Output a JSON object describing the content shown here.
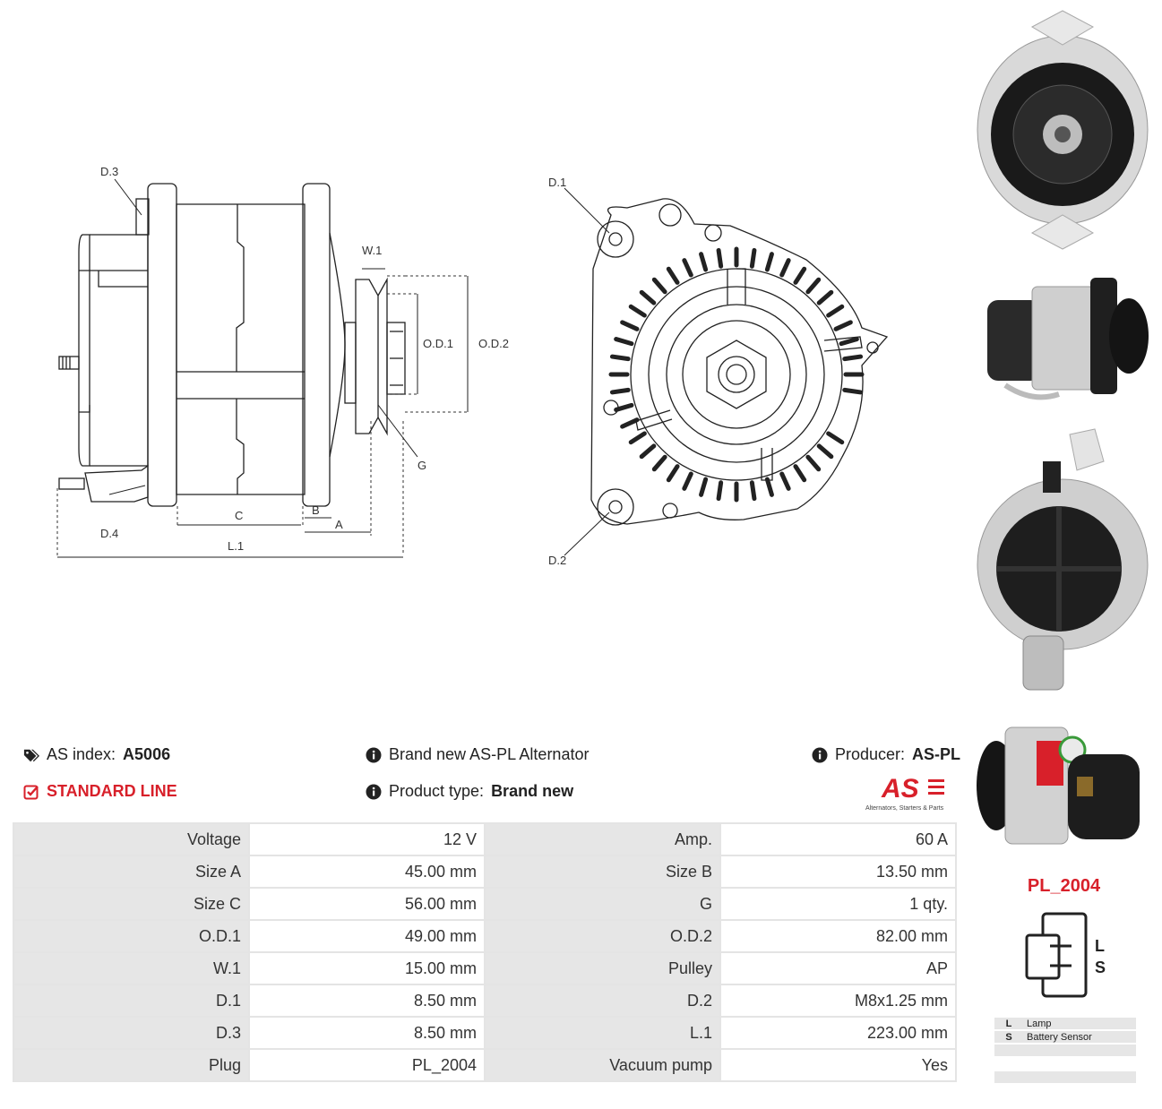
{
  "drawing": {
    "side_labels": {
      "d3": "D.3",
      "d4": "D.4",
      "w1": "W.1",
      "od1": "O.D.1",
      "od2": "O.D.2",
      "g": "G",
      "b": "B",
      "c": "C",
      "a": "A",
      "l1": "L.1"
    },
    "front_labels": {
      "d1": "D.1",
      "d2": "D.2"
    }
  },
  "header": {
    "as_index_label": "AS index:",
    "as_index_value": "A5006",
    "standard_line": "STANDARD LINE",
    "description": "Brand new AS-PL Alternator",
    "product_type_label": "Product type:",
    "product_type_value": "Brand new",
    "producer_label": "Producer:",
    "producer_value": "AS-PL",
    "logo_text": "AS",
    "logo_tagline": "Alternators, Starters & Parts"
  },
  "specs": [
    {
      "k1": "Voltage",
      "v1": "12 V",
      "k2": "Amp.",
      "v2": "60 A"
    },
    {
      "k1": "Size A",
      "v1": "45.00 mm",
      "k2": "Size B",
      "v2": "13.50 mm"
    },
    {
      "k1": "Size C",
      "v1": "56.00 mm",
      "k2": "G",
      "v2": "1 qty."
    },
    {
      "k1": "O.D.1",
      "v1": "49.00 mm",
      "k2": "O.D.2",
      "v2": "82.00 mm"
    },
    {
      "k1": "W.1",
      "v1": "15.00 mm",
      "k2": "Pulley",
      "v2": "AP"
    },
    {
      "k1": "D.1",
      "v1": "8.50 mm",
      "k2": "D.2",
      "v2": "M8x1.25 mm"
    },
    {
      "k1": "D.3",
      "v1": "8.50 mm",
      "k2": "L.1",
      "v2": "223.00 mm"
    },
    {
      "k1": "Plug",
      "v1": "PL_2004",
      "k2": "Vacuum pump",
      "v2": "Yes"
    }
  ],
  "plug": {
    "name": "PL_2004",
    "terminals": [
      "L",
      "S"
    ],
    "legend": [
      {
        "t": "L",
        "d": "Lamp"
      },
      {
        "t": "S",
        "d": "Battery Sensor"
      },
      {
        "t": "",
        "d": ""
      },
      {
        "t": "",
        "d": ""
      },
      {
        "t": "",
        "d": ""
      }
    ]
  },
  "colors": {
    "accent_red": "#d8202a",
    "table_key_bg": "#e6e6e6",
    "line": "#222222"
  }
}
